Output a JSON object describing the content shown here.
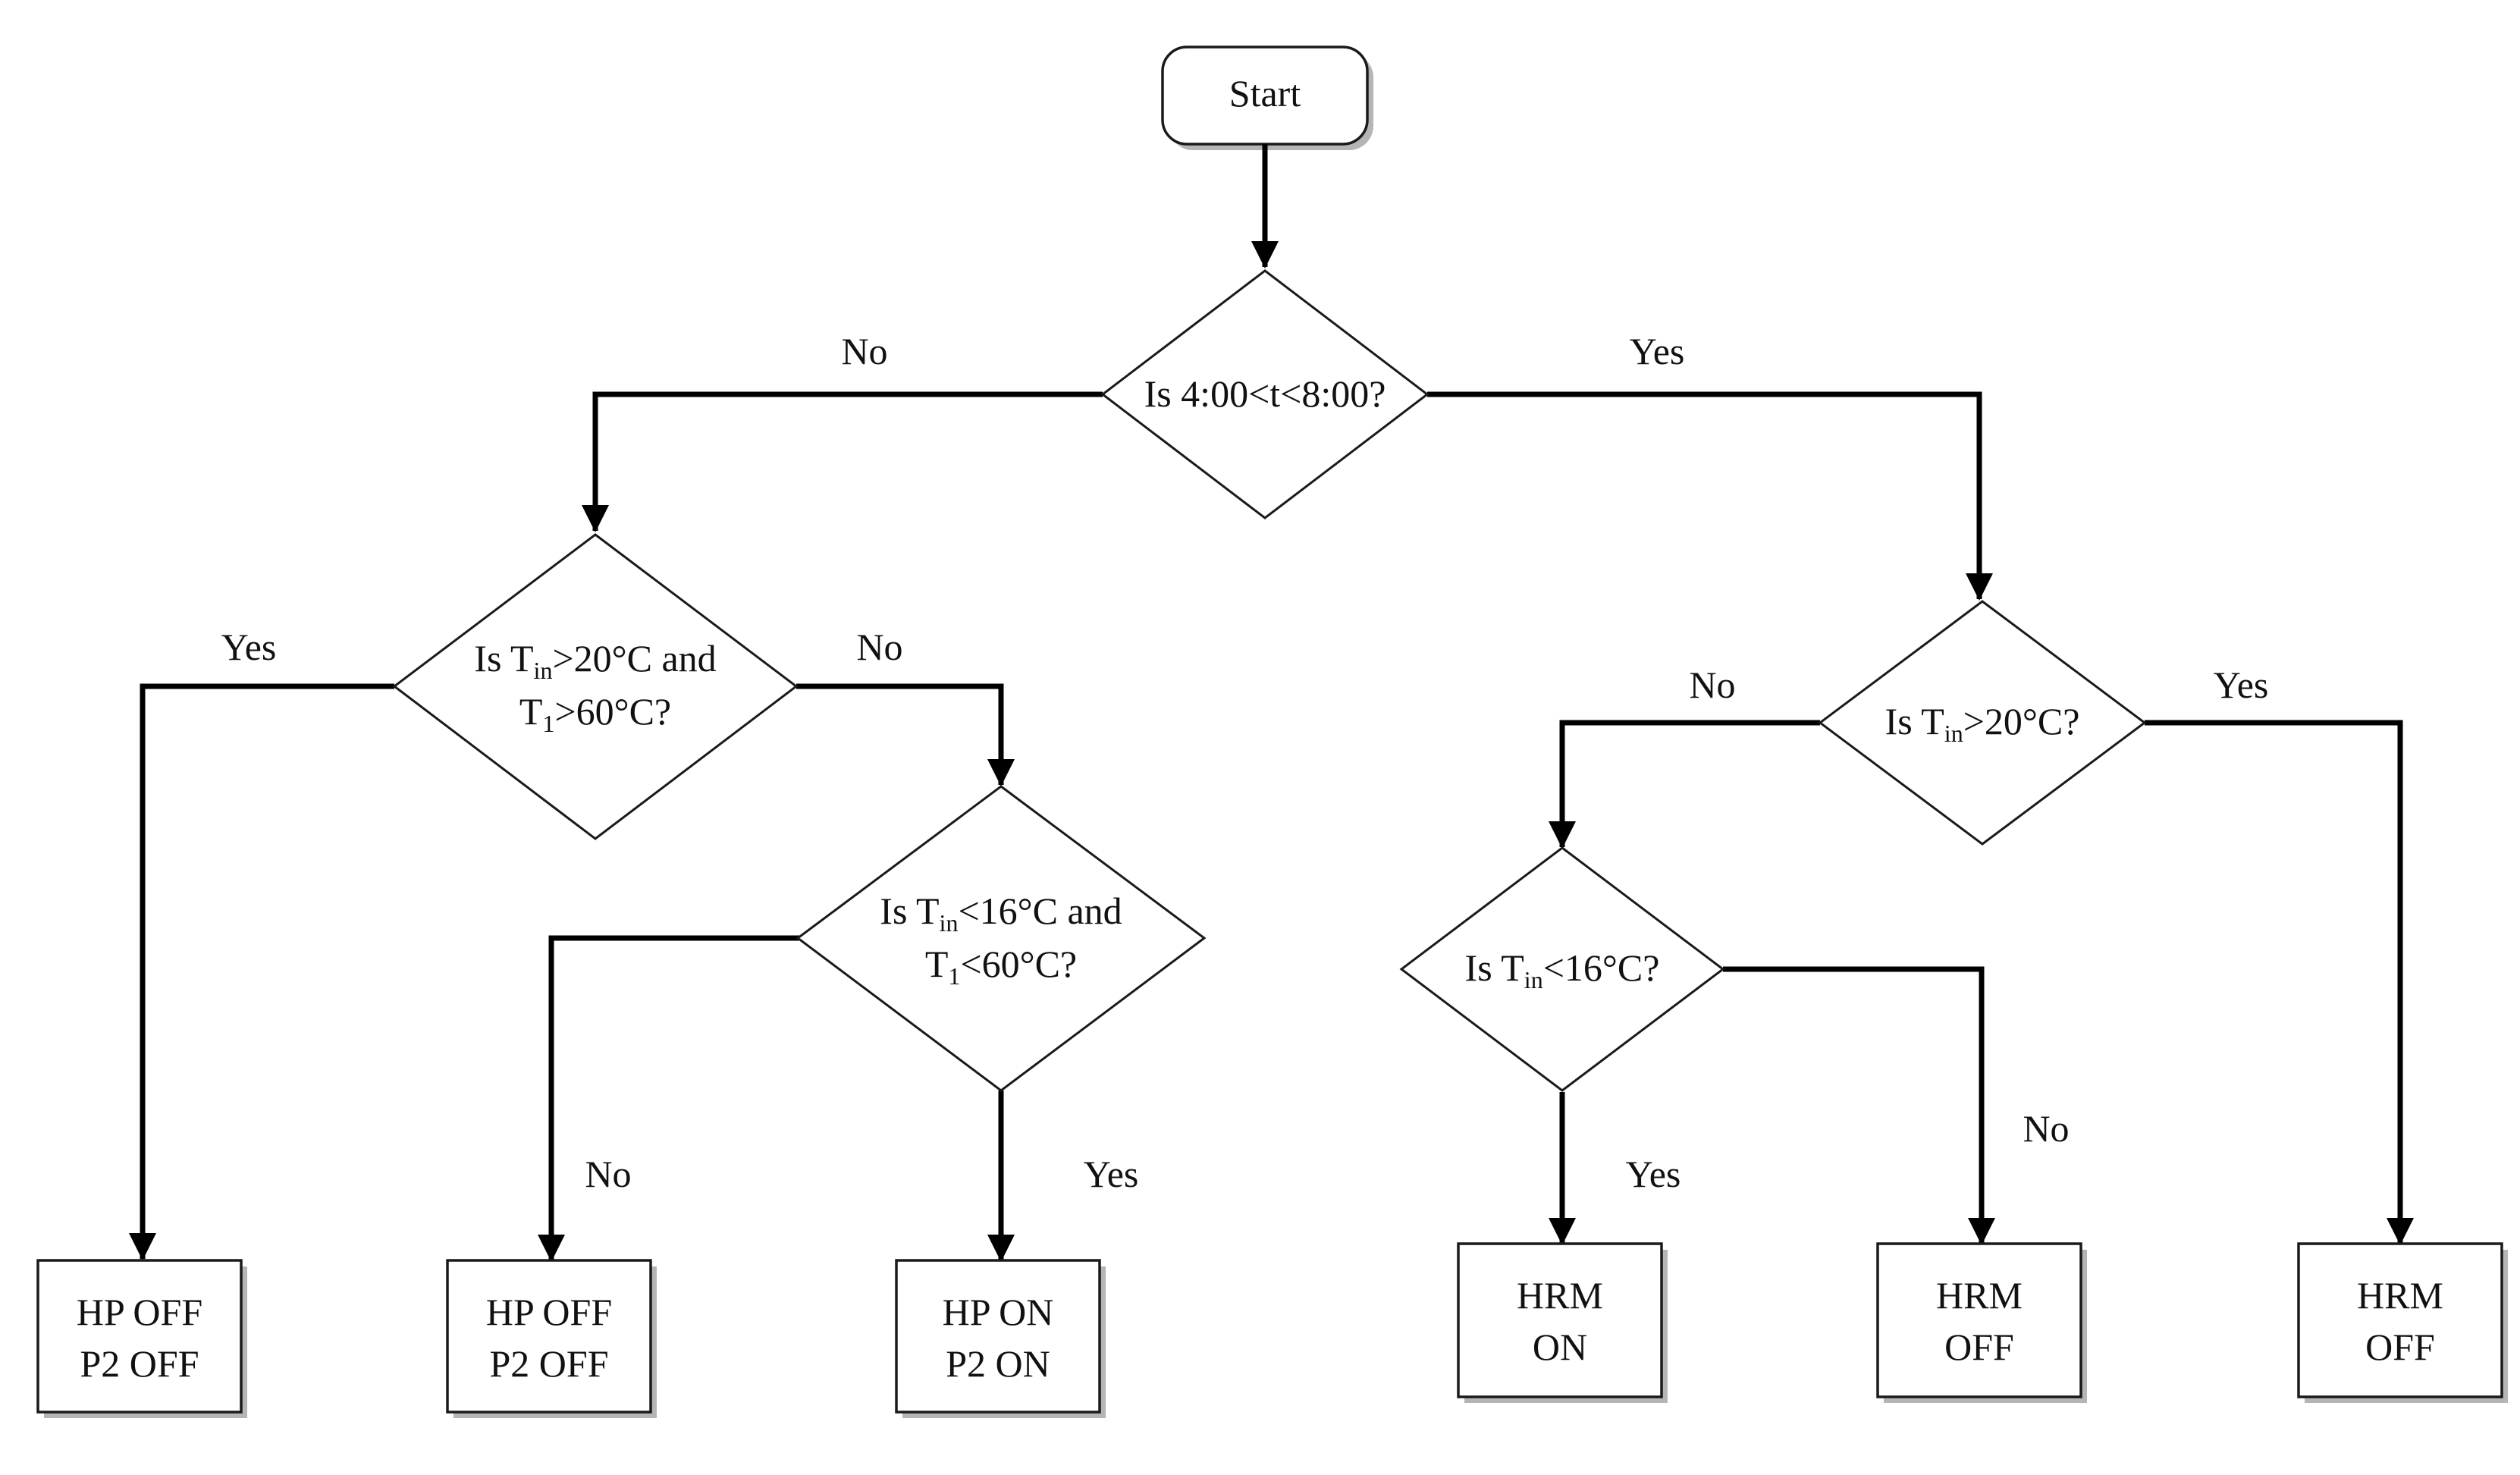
{
  "start": "Start",
  "decisions": {
    "time_window": {
      "pre": "Is 4:00<t<8:00?"
    },
    "left_first": {
      "line1": {
        "pre": "Is T",
        "sub": "in",
        "post": ">20°C and"
      },
      "line2": {
        "pre": "T",
        "sub": "1",
        "post": ">60°C?"
      }
    },
    "left_second": {
      "line1": {
        "pre": "Is T",
        "sub": "in",
        "post": "<16°C and"
      },
      "line2": {
        "pre": "T",
        "sub": "1",
        "post": "<60°C?"
      }
    },
    "right_first": {
      "line1": {
        "pre": "Is T",
        "sub": "in",
        "post": ">20°C?"
      }
    },
    "right_second": {
      "line1": {
        "pre": "Is T",
        "sub": "in",
        "post": "<16°C?"
      }
    }
  },
  "branch_labels": {
    "time_no": "No",
    "time_yes": "Yes",
    "left_first_yes": "Yes",
    "left_first_no": "No",
    "left_second_no": "No",
    "left_second_yes": "Yes",
    "right_first_no": "No",
    "right_first_yes": "Yes",
    "right_second_yes": "Yes",
    "right_second_no": "No"
  },
  "outcomes": [
    {
      "line1": "HP OFF",
      "line2": "P2 OFF"
    },
    {
      "line1": "HP OFF",
      "line2": "P2 OFF"
    },
    {
      "line1": "HP ON",
      "line2": "P2 ON"
    },
    {
      "line1": "HRM",
      "line2": "ON"
    },
    {
      "line1": "HRM",
      "line2": "OFF"
    },
    {
      "line1": "HRM",
      "line2": "OFF"
    }
  ],
  "colors": {
    "stroke": "#000000",
    "shadow": "#b5b5b5",
    "fill": "#ffffff"
  }
}
